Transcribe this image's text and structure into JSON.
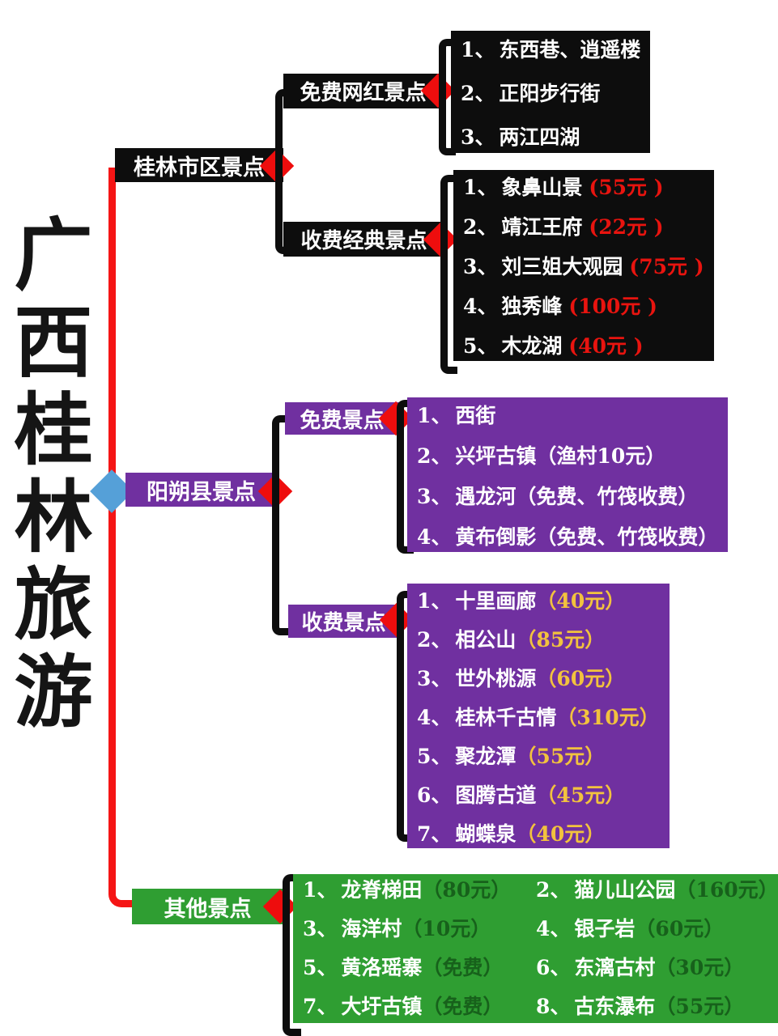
{
  "title": "广西桂林旅游",
  "colors": {
    "trunk_red": "#f51515",
    "diamond_red": "#ee0d0d",
    "diamond_blue": "#55a0d8",
    "bracket_black": "#0d0d0d"
  },
  "branches": [
    {
      "label": "桂林市区景点",
      "color": "#0d0d0d",
      "groups": [
        {
          "label": "免费网红景点",
          "items": [
            {
              "num": "1、",
              "name": "东西巷、逍遥楼"
            },
            {
              "num": "2、",
              "name": "正阳步行街"
            },
            {
              "num": "3、",
              "name": "两江四湖"
            }
          ]
        },
        {
          "label": "收费经典景点",
          "price_color": "#e8140f",
          "items": [
            {
              "num": "1、",
              "name": "象鼻山景",
              "price": "(55元 )"
            },
            {
              "num": "2、",
              "name": "靖江王府",
              "price": "(22元 )"
            },
            {
              "num": "3、",
              "name": "刘三姐大观园",
              "price": "(75元 )"
            },
            {
              "num": "4、",
              "name": "独秀峰",
              "price": "(100元 )"
            },
            {
              "num": "5、",
              "name": "木龙湖",
              "price": "(40元 )"
            }
          ]
        }
      ]
    },
    {
      "label": "阳朔县景点",
      "color": "#7030a0",
      "groups": [
        {
          "label": "免费景点",
          "price_color": "#ffffff",
          "items": [
            {
              "num": "1、",
              "name": "西街"
            },
            {
              "num": "2、",
              "name": "兴坪古镇",
              "price": "（渔村10元）"
            },
            {
              "num": "3、",
              "name": "遇龙河",
              "price": "（免费、竹筏收费）"
            },
            {
              "num": "4、",
              "name": "黄布倒影",
              "price": "（免费、竹筏收费）"
            }
          ]
        },
        {
          "label": "收费景点",
          "price_color": "#f2c23e",
          "items": [
            {
              "num": "1、",
              "name": "十里画廊",
              "price": "（40元）"
            },
            {
              "num": "2、",
              "name": "相公山",
              "price": "（85元）"
            },
            {
              "num": "3、",
              "name": "世外桃源",
              "price": "（60元）"
            },
            {
              "num": "4、",
              "name": "桂林千古情",
              "price": "（310元）"
            },
            {
              "num": "5、",
              "name": "聚龙潭",
              "price": "（55元）"
            },
            {
              "num": "6、",
              "name": "图腾古道",
              "price": "（45元）"
            },
            {
              "num": "7、",
              "name": "蝴蝶泉",
              "price": "（40元）"
            }
          ]
        }
      ]
    },
    {
      "label": "其他景点",
      "color": "#2f9e32",
      "price_color": "#17611b",
      "items": [
        {
          "num": "1、",
          "name": "龙脊梯田",
          "price": "（80元）"
        },
        {
          "num": "2、",
          "name": "猫儿山公园",
          "price": "（160元）"
        },
        {
          "num": "3、",
          "name": "海洋村",
          "price": "（10元）"
        },
        {
          "num": "4、",
          "name": "银子岩",
          "price": "（60元）"
        },
        {
          "num": "5、",
          "name": "黄洛瑶寨",
          "price": "（免费）"
        },
        {
          "num": "6、",
          "name": "东漓古村",
          "price": "（30元）"
        },
        {
          "num": "7、",
          "name": "大圩古镇",
          "price": "（免费）"
        },
        {
          "num": "8、",
          "name": "古东瀑布",
          "price": "（55元）"
        }
      ]
    }
  ]
}
